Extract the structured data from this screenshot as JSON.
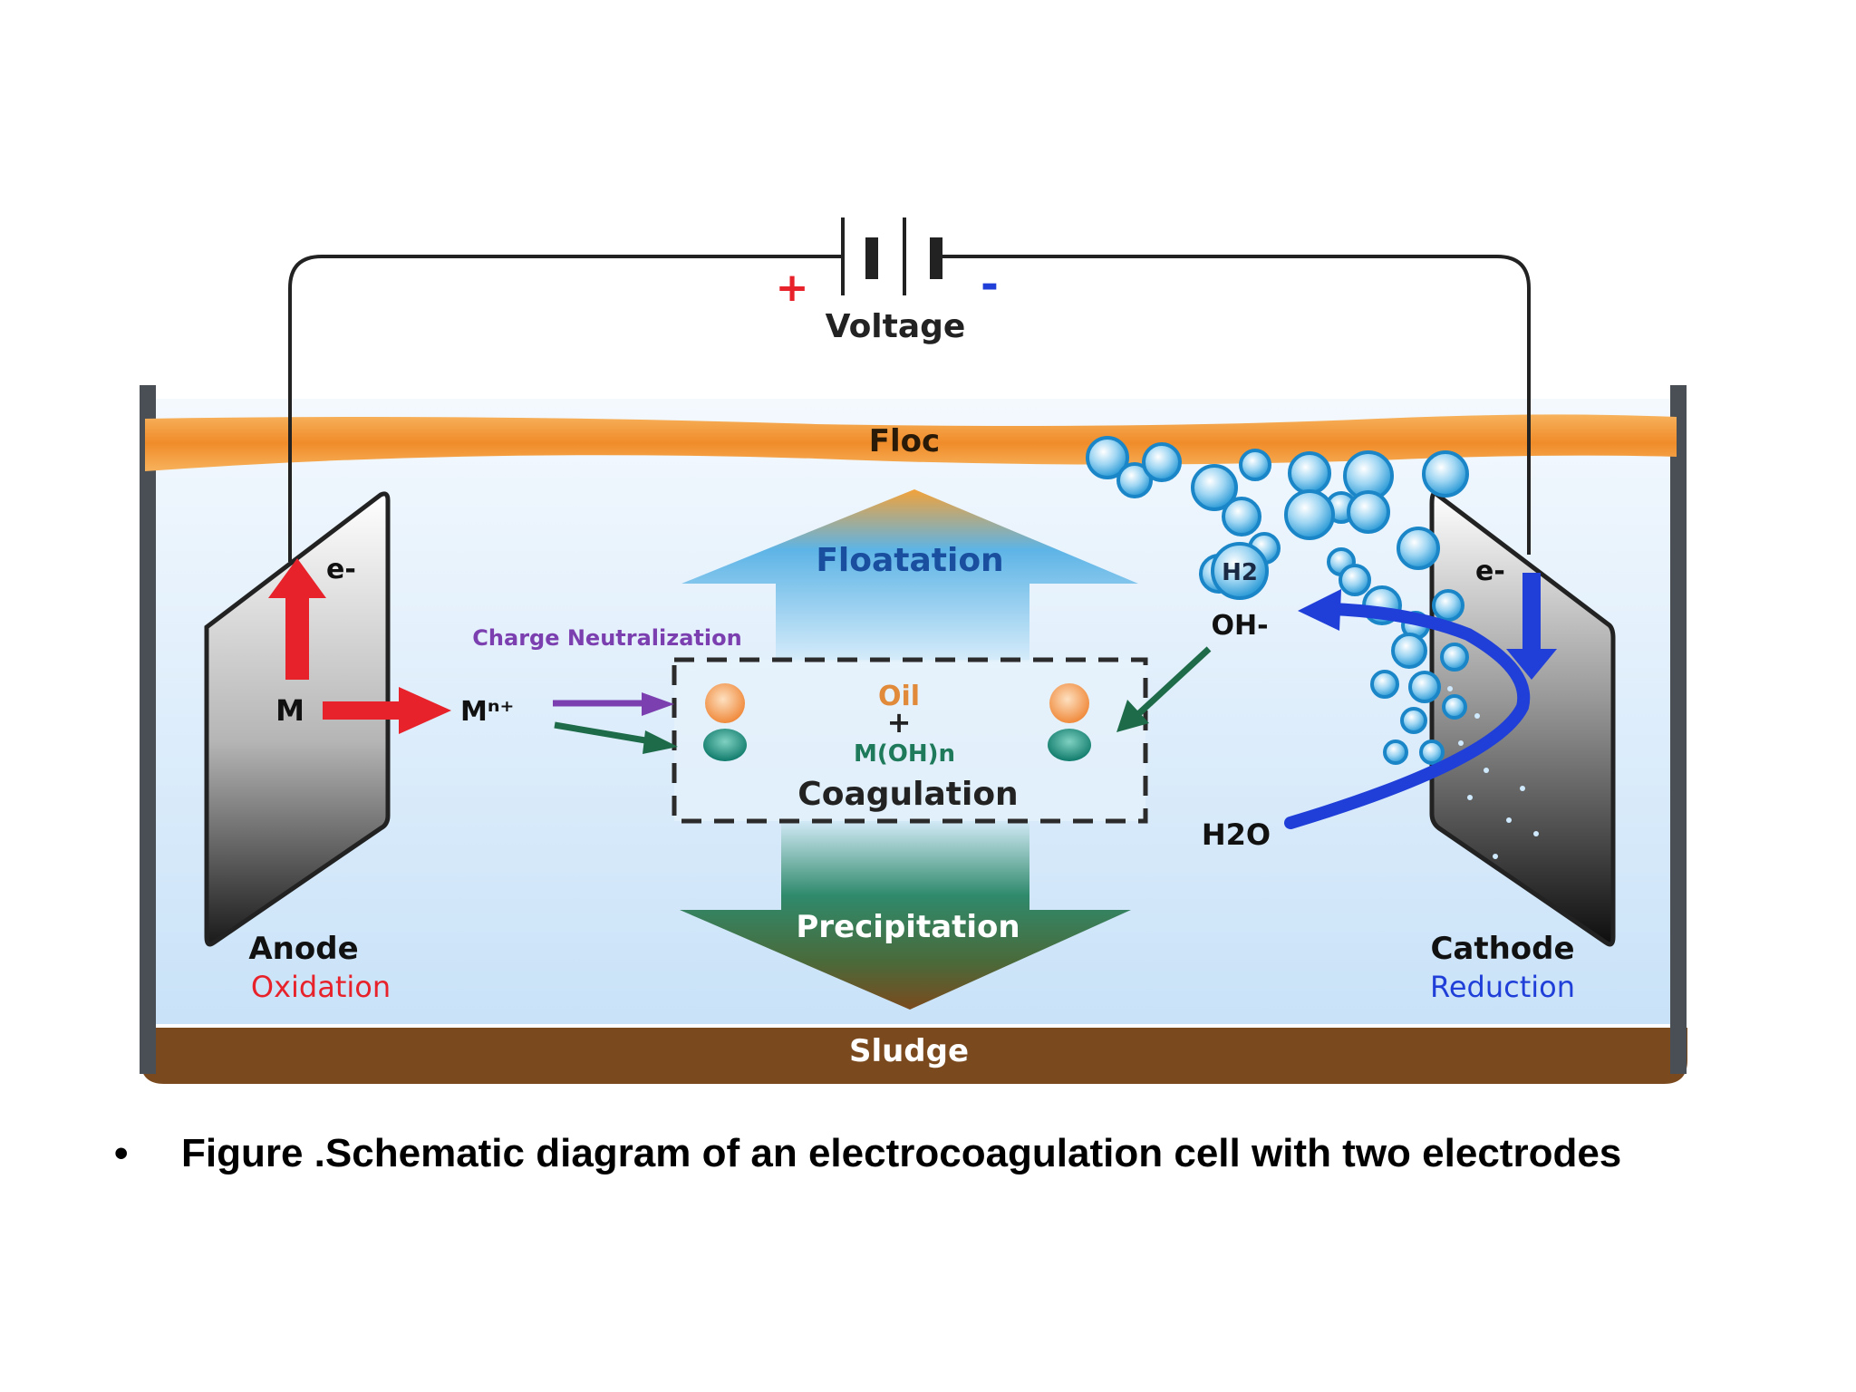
{
  "battery": {
    "voltage_label": "Voltage",
    "positive_sign": "+",
    "negative_sign": "-"
  },
  "tank": {
    "floc_label": "Floc",
    "sludge_label": "Sludge"
  },
  "anode": {
    "name": "Anode",
    "process": "Oxidation",
    "electron": "e-",
    "metal": "M",
    "ion": "Mⁿ⁺"
  },
  "cathode": {
    "name": "Cathode",
    "process": "Reduction",
    "electron": "e-",
    "hydrogen": "H2",
    "hydroxide": "OH-",
    "water": "H2O"
  },
  "center": {
    "flotation": "Floatation",
    "precipitation": "Precipitation",
    "charge_neutralization": "Charge Neutralization",
    "oil": "Oil",
    "plus": "+",
    "hydroxide": "M(OH)n",
    "coagulation": "Coagulation"
  },
  "caption": {
    "bullet": "•",
    "text": "Figure .Schematic diagram of an electrocoagulation cell with two electrodes"
  },
  "colors": {
    "anode_red": "#e8222a",
    "cathode_blue": "#1f3fd8",
    "charge_purple": "#7b3fb0",
    "hydroxide_green": "#1e6b4a",
    "floc_orange": "#f29a3a",
    "sludge_brown": "#7a4a1e"
  }
}
